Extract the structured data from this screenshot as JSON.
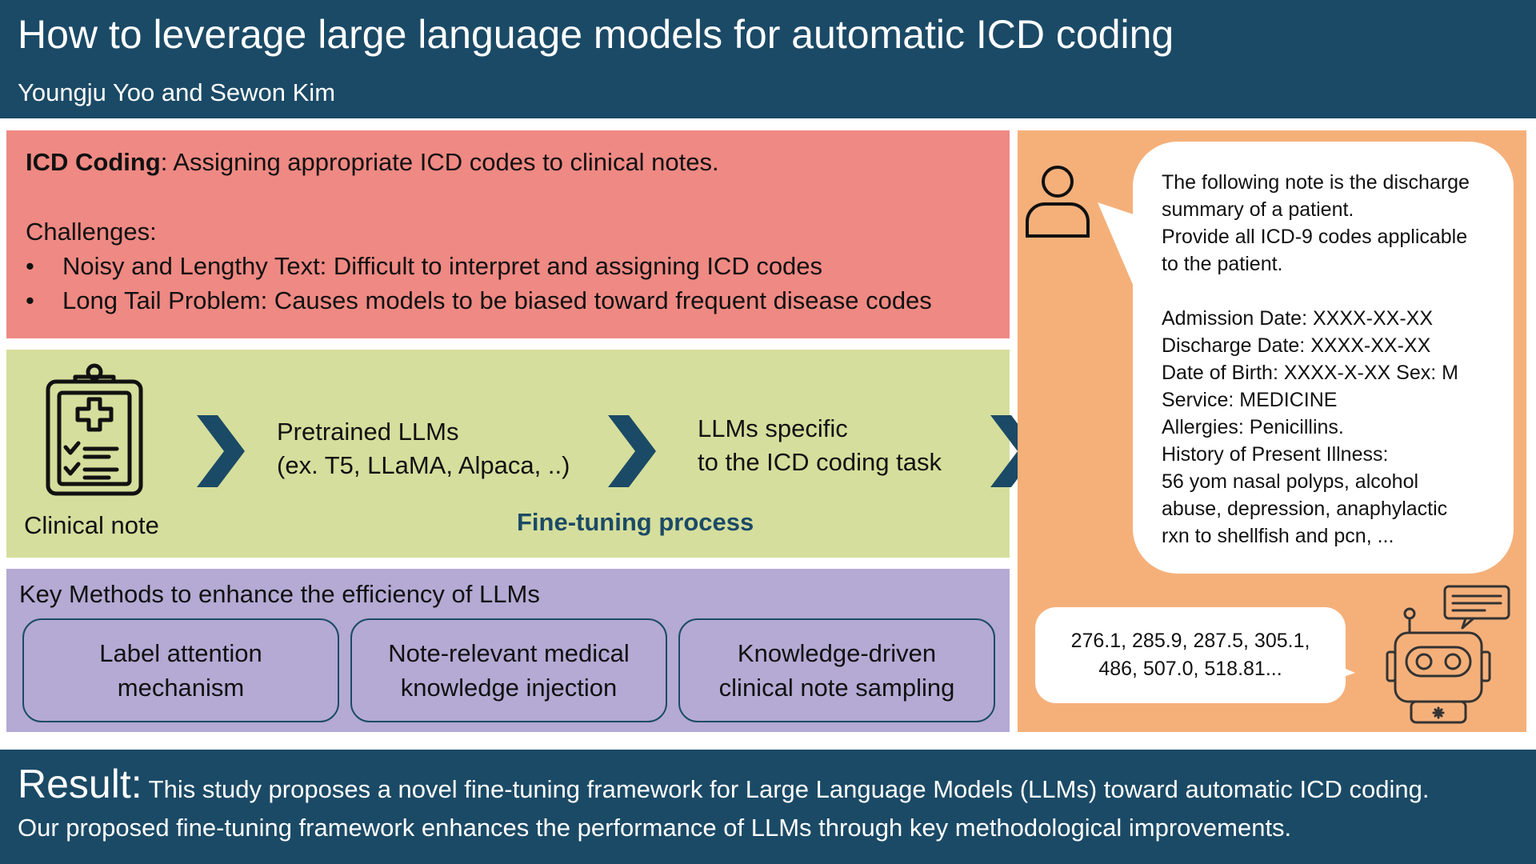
{
  "header": {
    "title": "How to leverage large language models for automatic ICD coding",
    "authors": "Youngju Yoo and Sewon Kim"
  },
  "problem": {
    "term": "ICD Coding",
    "definition": ": Assigning appropriate ICD codes to clinical notes.",
    "challenges_title": "Challenges:",
    "bullet": "•",
    "challenges": [
      "Noisy and Lengthy Text: Difficult to interpret and assigning ICD codes",
      "Long Tail Problem: Causes models to be biased toward frequent disease codes"
    ]
  },
  "flow": {
    "clinical_note": "Clinical note",
    "pretrained": [
      "Pretrained LLMs",
      "(ex. T5, LLaMA, Alpaca, ..)"
    ],
    "specific": [
      "LLMs specific",
      "to the ICD coding task"
    ],
    "fine_tuning": "Fine-tuning process"
  },
  "methods": {
    "title": "Key Methods to enhance the efficiency of LLMs",
    "items": [
      "Label attention\nmechanism",
      "Note-relevant medical\nknowledge injection",
      "Knowledge-driven\nclinical note sampling"
    ]
  },
  "prompt": {
    "lines_a": [
      "The following note is the discharge",
      "summary of a patient.",
      "Provide all ICD-9 codes applicable",
      "to the patient."
    ],
    "lines_b": [
      "Admission Date: XXXX-XX-XX",
      "Discharge Date: XXXX-XX-XX",
      "Date of Birth: XXXX-X-XX Sex: M",
      "Service: MEDICINE",
      "Allergies: Penicillins.",
      "History of Present Illness:",
      "56 yom nasal polyps, alcohol",
      "abuse, depression, anaphylactic",
      "rxn to shellfish and pcn,  ..."
    ]
  },
  "answer": {
    "lines": [
      "276.1, 285.9, 287.5, 305.1,",
      "486, 507.0, 518.81..."
    ]
  },
  "result": {
    "lead": "Result:",
    "line1": " This study proposes a novel fine-tuning framework for Large Language Models (LLMs) toward automatic ICD coding.",
    "line2": "Our proposed fine-tuning framework enhances the performance of LLMs through key methodological improvements."
  },
  "colors": {
    "navy": "#1b4a66",
    "red_panel": "#ef8983",
    "green_panel": "#d5de9c",
    "purple_panel": "#b4aad4",
    "orange_panel": "#f5b07a"
  },
  "icons": [
    "clipboard-icon",
    "chevron-right-icon",
    "user-icon",
    "robot-icon"
  ]
}
